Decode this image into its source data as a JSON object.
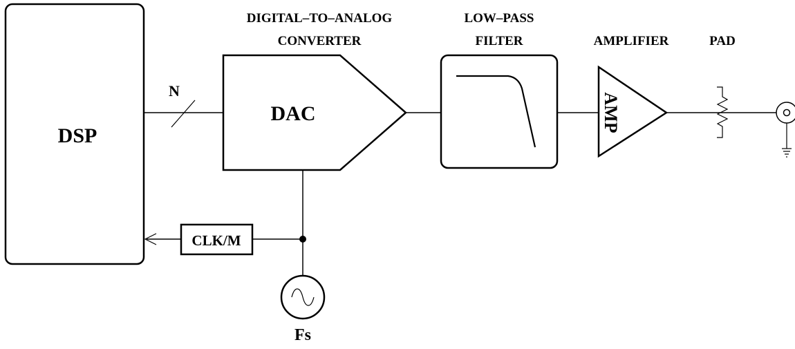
{
  "labels": {
    "dsp": "DSP",
    "bus_width": "N",
    "dac_title_line1": "DIGITAL–TO–ANALOG",
    "dac_title_line2": "CONVERTER",
    "dac": "DAC",
    "lpf_title_line1": "LOW–PASS",
    "lpf_title_line2": "FILTER",
    "amp_title": "AMPLIFIER",
    "amp": "AMP",
    "pad_title": "PAD",
    "clk": "CLK/M",
    "fs": "Fs"
  }
}
